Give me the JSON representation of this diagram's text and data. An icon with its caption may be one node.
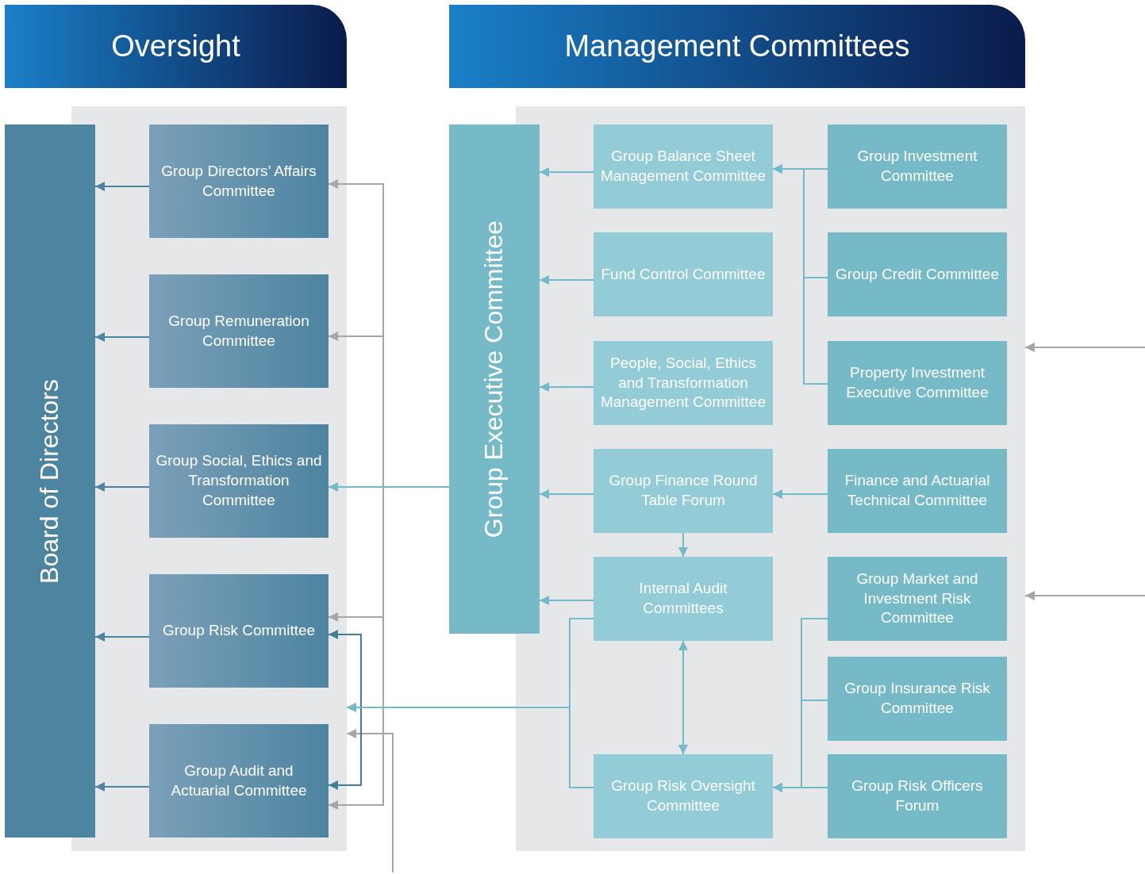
{
  "diagram": {
    "nodes": [
      {
        "text": [
          "Oversight"
        ]
      },
      {
        "text": [
          "Management Committees"
        ]
      },
      {
        "text": [
          "Board of Directors"
        ]
      },
      {
        "text": [],
        "shape": "box"
      },
      {
        "text": [
          "Group Directors’ Affairs Committee"
        ],
        "in": 3
      },
      {
        "text": [
          "Group Remuneration Committee"
        ],
        "in": 3
      },
      {
        "text": [
          "Group Social, Ethics and Transformation Committee"
        ],
        "in": 3
      },
      {
        "text": [
          "Group Risk Committee"
        ],
        "in": 3
      },
      {
        "text": [
          "Group Audit and Actuarial Committee"
        ],
        "in": 3
      },
      {
        "text": [
          "Group Executive Committee"
        ]
      },
      {
        "text": [],
        "shape": "box"
      },
      {
        "text": [
          "Group Balance Sheet Management Committee"
        ],
        "in": 10
      },
      {
        "text": [
          "Group Investment Committee"
        ],
        "in": 10
      },
      {
        "text": [
          "Fund Control Committee"
        ],
        "in": 10
      },
      {
        "text": [
          "Group Credit Committee"
        ],
        "in": 10
      },
      {
        "text": [
          "People, Social, Ethics and Transformation Management Committee"
        ],
        "in": 10
      },
      {
        "text": [
          "Property Investment Executive Committee"
        ],
        "in": 10
      },
      {
        "text": [
          "Group Finance Round Table Forum"
        ],
        "in": 10
      },
      {
        "text": [
          "Finance and Actuarial Technical Committee"
        ],
        "in": 10
      },
      {
        "text": [
          "Internal Audit Committees"
        ],
        "in": 10
      },
      {
        "text": [
          "Group Market and Investment Risk Committee"
        ],
        "in": 10
      },
      {
        "text": [
          "Group Insurance Risk Committee"
        ],
        "in": 10
      },
      {
        "text": [
          "Group Risk Officers Forum"
        ],
        "in": 10
      },
      {
        "text": [
          "Group Risk Oversight Committee"
        ],
        "in": 10
      }
    ],
    "edges": [
      {
        "from": 4,
        "to": 2,
        "arrow": "to",
        "color": "#4d85a0"
      },
      {
        "from": 5,
        "to": 2,
        "arrow": "to",
        "color": "#4d85a0"
      },
      {
        "from": 6,
        "to": 2,
        "arrow": "to",
        "color": "#4d85a0"
      },
      {
        "from": 7,
        "to": 2,
        "arrow": "to",
        "color": "#4d85a0"
      },
      {
        "from": 8,
        "to": 2,
        "arrow": "to",
        "color": "#4d85a0"
      },
      {
        "from": null,
        "to": 4,
        "arrow": "to",
        "color": "#a6a6a6"
      },
      {
        "from": null,
        "to": 5,
        "arrow": "to",
        "color": "#a6a6a6"
      },
      {
        "from": null,
        "to": 7,
        "arrow": "to",
        "color": "#a6a6a6"
      },
      {
        "from": null,
        "to": 8,
        "arrow": "to",
        "color": "#a6a6a6"
      },
      {
        "from": null,
        "to": 3,
        "arrow": "to",
        "color": "#a6a6a6"
      },
      {
        "from": 7,
        "to": 8,
        "arrow": "both",
        "color": "#3f7f9c"
      },
      {
        "from": 9,
        "to": 6,
        "arrow": "to"
      },
      {
        "from": 19,
        "to": 3,
        "arrow": "to"
      },
      {
        "from": 23,
        "to": 3,
        "arrow": "to"
      },
      {
        "from": 11,
        "to": 9,
        "arrow": "to"
      },
      {
        "from": 13,
        "to": 9,
        "arrow": "to"
      },
      {
        "from": 15,
        "to": 9,
        "arrow": "to"
      },
      {
        "from": 17,
        "to": 9,
        "arrow": "to"
      },
      {
        "from": 19,
        "to": 9,
        "arrow": "to"
      },
      {
        "from": 12,
        "to": 11,
        "arrow": "to"
      },
      {
        "from": 14,
        "to": 11,
        "arrow": "to"
      },
      {
        "from": 16,
        "to": 11,
        "arrow": "to"
      },
      {
        "from": 18,
        "to": 17,
        "arrow": "to"
      },
      {
        "from": 17,
        "to": 19,
        "arrow": "to"
      },
      {
        "from": 19,
        "to": 23,
        "arrow": "both"
      },
      {
        "from": 20,
        "to": 23,
        "arrow": "to"
      },
      {
        "from": 21,
        "to": 23,
        "arrow": "to"
      },
      {
        "from": 22,
        "to": 23,
        "arrow": "to"
      },
      {
        "from": null,
        "to": 10,
        "arrow": "to",
        "color": "#a6a6a6"
      },
      {
        "from": null,
        "to": 10,
        "arrow": "to",
        "color": "#a6a6a6"
      }
    ]
  }
}
